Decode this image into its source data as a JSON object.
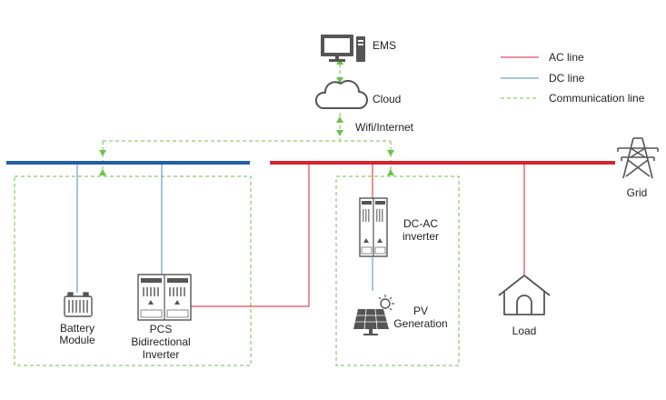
{
  "colors": {
    "ac": "#d5232f",
    "dc": "#1f5fa8",
    "dc_thin": "#4d89c3",
    "comm": "#6cc24a",
    "device": "#555555"
  },
  "legend": {
    "ac": "AC line",
    "dc": "DC line",
    "comm": "Communication line"
  },
  "nodes": {
    "ems": {
      "label": "EMS",
      "icon": "monitor-icon"
    },
    "cloud": {
      "label": "Cloud",
      "icon": "cloud-icon"
    },
    "wifi": {
      "label": "Wifi/Internet"
    },
    "grid": {
      "label": "Grid",
      "icon": "transmission-tower-icon"
    },
    "battery": {
      "label_line1": "Battery",
      "label_line2": "Module",
      "icon": "battery-icon"
    },
    "pcs": {
      "label_line1": "PCS",
      "label_line2": "Bidirectional",
      "label_line3": "Inverter",
      "icon": "inverter-cabinet-icon"
    },
    "dcac": {
      "label_line1": "DC-AC",
      "label_line2": "inverter",
      "icon": "inverter-cabinet-icon"
    },
    "pv": {
      "label_line1": "PV",
      "label_line2": "Generation",
      "icon": "solar-panel-icon"
    },
    "load": {
      "label": "Load",
      "icon": "house-icon"
    }
  }
}
